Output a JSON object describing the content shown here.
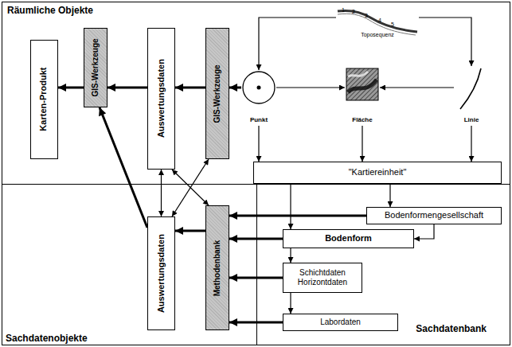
{
  "diagram": {
    "nodes": [
      {
        "text": [
          "Räumliche Objekte"
        ]
      },
      {
        "text": [
          "Karten-Produkt"
        ],
        "in": 0
      },
      {
        "text": [
          "GIS-Werkzeuge"
        ],
        "in": 0
      },
      {
        "text": [
          "Auswertungsdaten"
        ],
        "in": 0
      },
      {
        "text": [
          "GIS-Werkzeuge"
        ],
        "in": 0
      },
      {
        "text": [
          "Toposequenz"
        ],
        "in": 0
      },
      {
        "text": [
          "Punkt"
        ],
        "in": 0
      },
      {
        "text": [
          "Fläche"
        ],
        "in": 0
      },
      {
        "text": [
          "Linie"
        ],
        "in": 0
      },
      {
        "text": [
          "\"Kartiereinheit\""
        ]
      },
      {
        "text": [
          "Sachdatenobjekte"
        ]
      },
      {
        "text": [
          "Auswertungsdaten"
        ],
        "in": 10
      },
      {
        "text": [
          "Methodenbank"
        ],
        "in": 10
      },
      {
        "text": [
          "Sachdatenbank"
        ],
        "in": 10
      },
      {
        "text": [
          "Bodenformengesellschaft"
        ],
        "in": 13
      },
      {
        "text": [
          "Bodenform"
        ],
        "in": 13
      },
      {
        "text": [
          "Schichtdaten Horizontdaten"
        ],
        "in": 13
      },
      {
        "text": [
          "Labordaten"
        ],
        "in": 13
      }
    ],
    "edges": [
      {
        "from": 5,
        "to": 6,
        "arrow": "to"
      },
      {
        "from": 5,
        "to": 8,
        "arrow": "to"
      },
      {
        "from": 6,
        "to": 7,
        "arrow": "to"
      },
      {
        "from": 8,
        "to": 7,
        "arrow": "to"
      },
      {
        "from": 6,
        "to": 9,
        "arrow": "to"
      },
      {
        "from": 7,
        "to": 9,
        "arrow": "to"
      },
      {
        "from": 8,
        "to": 9,
        "arrow": "to"
      },
      {
        "from": 6,
        "to": 4,
        "arrow": "to"
      },
      {
        "from": 4,
        "to": 3,
        "arrow": "to"
      },
      {
        "from": 3,
        "to": 2,
        "arrow": "to"
      },
      {
        "from": 2,
        "to": 1,
        "arrow": "to"
      },
      {
        "from": 11,
        "to": 2,
        "arrow": "to"
      },
      {
        "from": 3,
        "to": 11,
        "arrow": "both"
      },
      {
        "from": 3,
        "to": 12,
        "arrow": "both"
      },
      {
        "from": 4,
        "to": 11,
        "arrow": "both"
      },
      {
        "from": 12,
        "to": 11,
        "arrow": "to"
      },
      {
        "from": 14,
        "to": 12,
        "arrow": "to"
      },
      {
        "from": 15,
        "to": 12,
        "arrow": "to"
      },
      {
        "from": 16,
        "to": 12,
        "arrow": "to"
      },
      {
        "from": 17,
        "to": 12,
        "arrow": "to"
      },
      {
        "from": 9,
        "to": 14,
        "arrow": "to"
      },
      {
        "from": 9,
        "to": 15,
        "arrow": "to"
      },
      {
        "from": 14,
        "to": 15,
        "arrow": "to"
      },
      {
        "from": 15,
        "to": 16,
        "arrow": "to"
      },
      {
        "from": 16,
        "to": 17,
        "arrow": "to"
      }
    ],
    "labels": [
      "1",
      "2",
      "3",
      "4",
      "5"
    ]
  }
}
